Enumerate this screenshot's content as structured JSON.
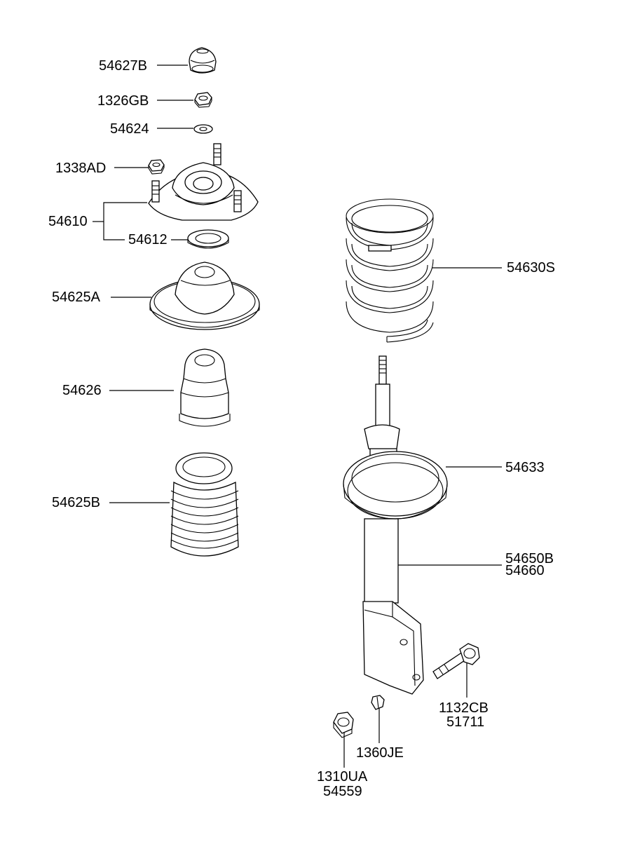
{
  "parts": [
    {
      "id": "p1",
      "label": "54627B"
    },
    {
      "id": "p2",
      "label": "1326GB"
    },
    {
      "id": "p3",
      "label": "54624"
    },
    {
      "id": "p4",
      "label": "1338AD"
    },
    {
      "id": "p5",
      "label": "54610"
    },
    {
      "id": "p6",
      "label": "54612"
    },
    {
      "id": "p7",
      "label": "54625A"
    },
    {
      "id": "p8",
      "label": "54626"
    },
    {
      "id": "p9",
      "label": "54625B"
    },
    {
      "id": "p10",
      "label": "54630S"
    },
    {
      "id": "p11",
      "label": "54633"
    },
    {
      "id": "p12",
      "label": "54650B"
    },
    {
      "id": "p13",
      "label": "54660"
    },
    {
      "id": "p14",
      "label": "1132CB"
    },
    {
      "id": "p15",
      "label": "51711"
    },
    {
      "id": "p16",
      "label": "1360JE"
    },
    {
      "id": "p17",
      "label": "1310UA"
    },
    {
      "id": "p18",
      "label": "54559"
    }
  ]
}
